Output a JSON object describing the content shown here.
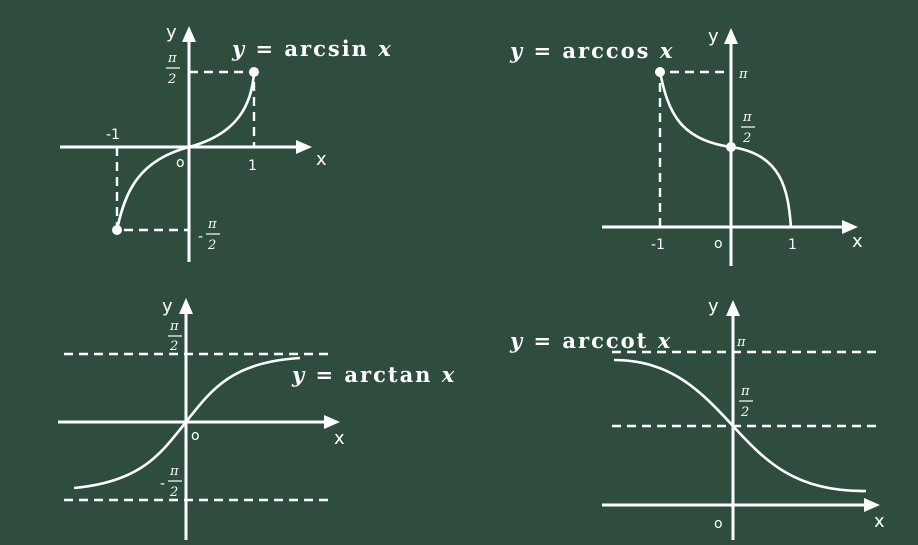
{
  "panels": {
    "arcsin": {
      "equation": {
        "lhs": "y",
        "eq": " = arcsin ",
        "var": "x"
      },
      "axis_x": "x",
      "axis_y": "y",
      "origin": "o",
      "tick_neg1": "-1",
      "tick_1": "1",
      "pi_top": "π",
      "pi_bottom": "2",
      "neg_sign": "-"
    },
    "arccos": {
      "equation": {
        "lhs": "y",
        "eq": " = arccos ",
        "var": "x"
      },
      "axis_x": "x",
      "axis_y": "y",
      "origin": "o",
      "tick_neg1": "-1",
      "tick_1": "1",
      "pi": "π",
      "pi_top": "π",
      "pi_bottom": "2"
    },
    "arctan": {
      "equation": {
        "lhs": "y",
        "eq": " = arctan ",
        "var": "x"
      },
      "axis_x": "x",
      "axis_y": "y",
      "origin": "o",
      "pi_top": "π",
      "pi_bottom": "2",
      "neg_sign": "-"
    },
    "arccot": {
      "equation": {
        "lhs": "y",
        "eq": " = arccot ",
        "var": "x"
      },
      "axis_x": "x",
      "axis_y": "y",
      "origin": "o",
      "pi": "π",
      "pi_top": "π",
      "pi_bottom": "2"
    }
  },
  "colors": {
    "board": "#2f4d3e",
    "chalk": "#ffffff"
  }
}
